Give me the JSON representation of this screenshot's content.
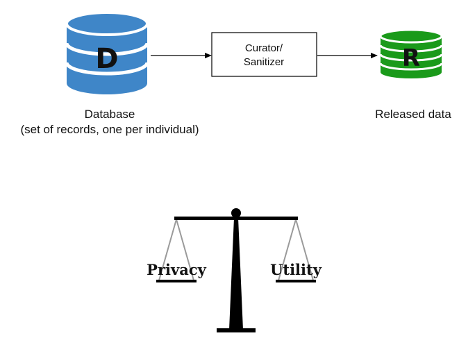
{
  "database": {
    "letter": "D",
    "label": "Database",
    "sublabel": "(set of records, one per individual)",
    "color": "#3f86c8"
  },
  "curator": {
    "line1": "Curator/",
    "line2": "Sanitizer"
  },
  "released": {
    "letter": "R",
    "label": "Released data",
    "color": "#1a9a1a"
  },
  "scale": {
    "left_label": "Privacy",
    "right_label": "Utility"
  }
}
